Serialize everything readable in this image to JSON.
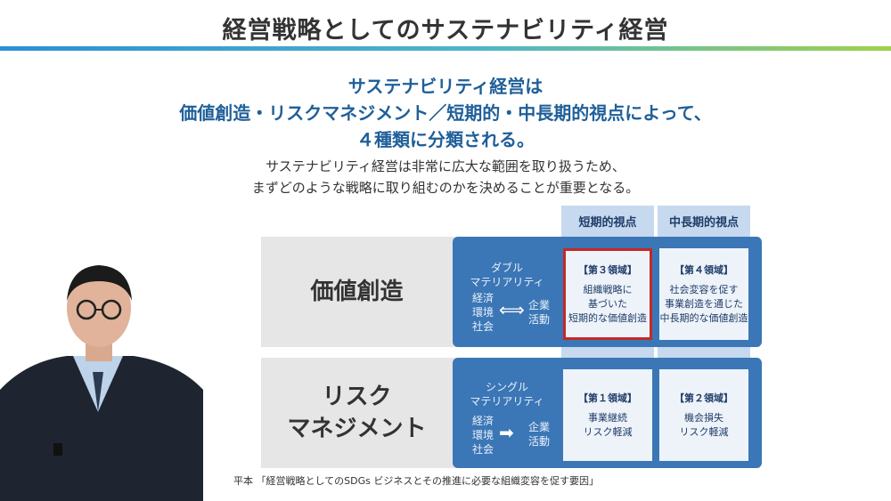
{
  "slide": {
    "title": "経営戦略としてのサステナビリティ経営",
    "headline": [
      "サステナビリティ経営は",
      "価値創造・リスクマネジメント／短期的・中長期的視点によって、",
      "４種類に分類される。"
    ],
    "subtext": [
      "サステナビリティ経営は非常に広大な範囲を取り扱うため、",
      "まずどのような戦略に取り組むのかを決めることが重要となる。"
    ],
    "columns": [
      "短期的視点",
      "中長期的視点"
    ],
    "rows": [
      {
        "label": [
          "価値創造"
        ],
        "materiality": [
          "ダブル",
          "マテリアリティ"
        ],
        "left": [
          "経済",
          "環境",
          "社会"
        ],
        "arrow": "⟺",
        "right": [
          "企業",
          "活動"
        ],
        "cells": [
          {
            "head": "【第３領域】",
            "body": [
              "組織戦略に",
              "基づいた",
              "短期的な価値創造"
            ],
            "highlight": true
          },
          {
            "head": "【第４領域】",
            "body": [
              "社会変容を促す",
              "事業創造を通じた",
              "中長期的な価値創造"
            ],
            "highlight": false
          }
        ]
      },
      {
        "label": [
          "リスク",
          "マネジメント"
        ],
        "materiality": [
          "シングル",
          "マテリアリティ"
        ],
        "left": [
          "経済",
          "環境",
          "社会"
        ],
        "arrow": "➡",
        "right": [
          "企業",
          "活動"
        ],
        "cells": [
          {
            "head": "【第１領域】",
            "body": [
              "事業継続",
              "リスク軽減"
            ],
            "highlight": false
          },
          {
            "head": "【第２領域】",
            "body": [
              "機会損失",
              "リスク軽減"
            ],
            "highlight": false
          }
        ]
      }
    ],
    "source": "平本 「経営戦略としてのSDGs ビジネスとその推進に必要な組織変容を促す要因」",
    "colors": {
      "accent_blue": "#3b77b6",
      "headline_blue": "#1f5f99",
      "highlight_red": "#c62828"
    }
  }
}
